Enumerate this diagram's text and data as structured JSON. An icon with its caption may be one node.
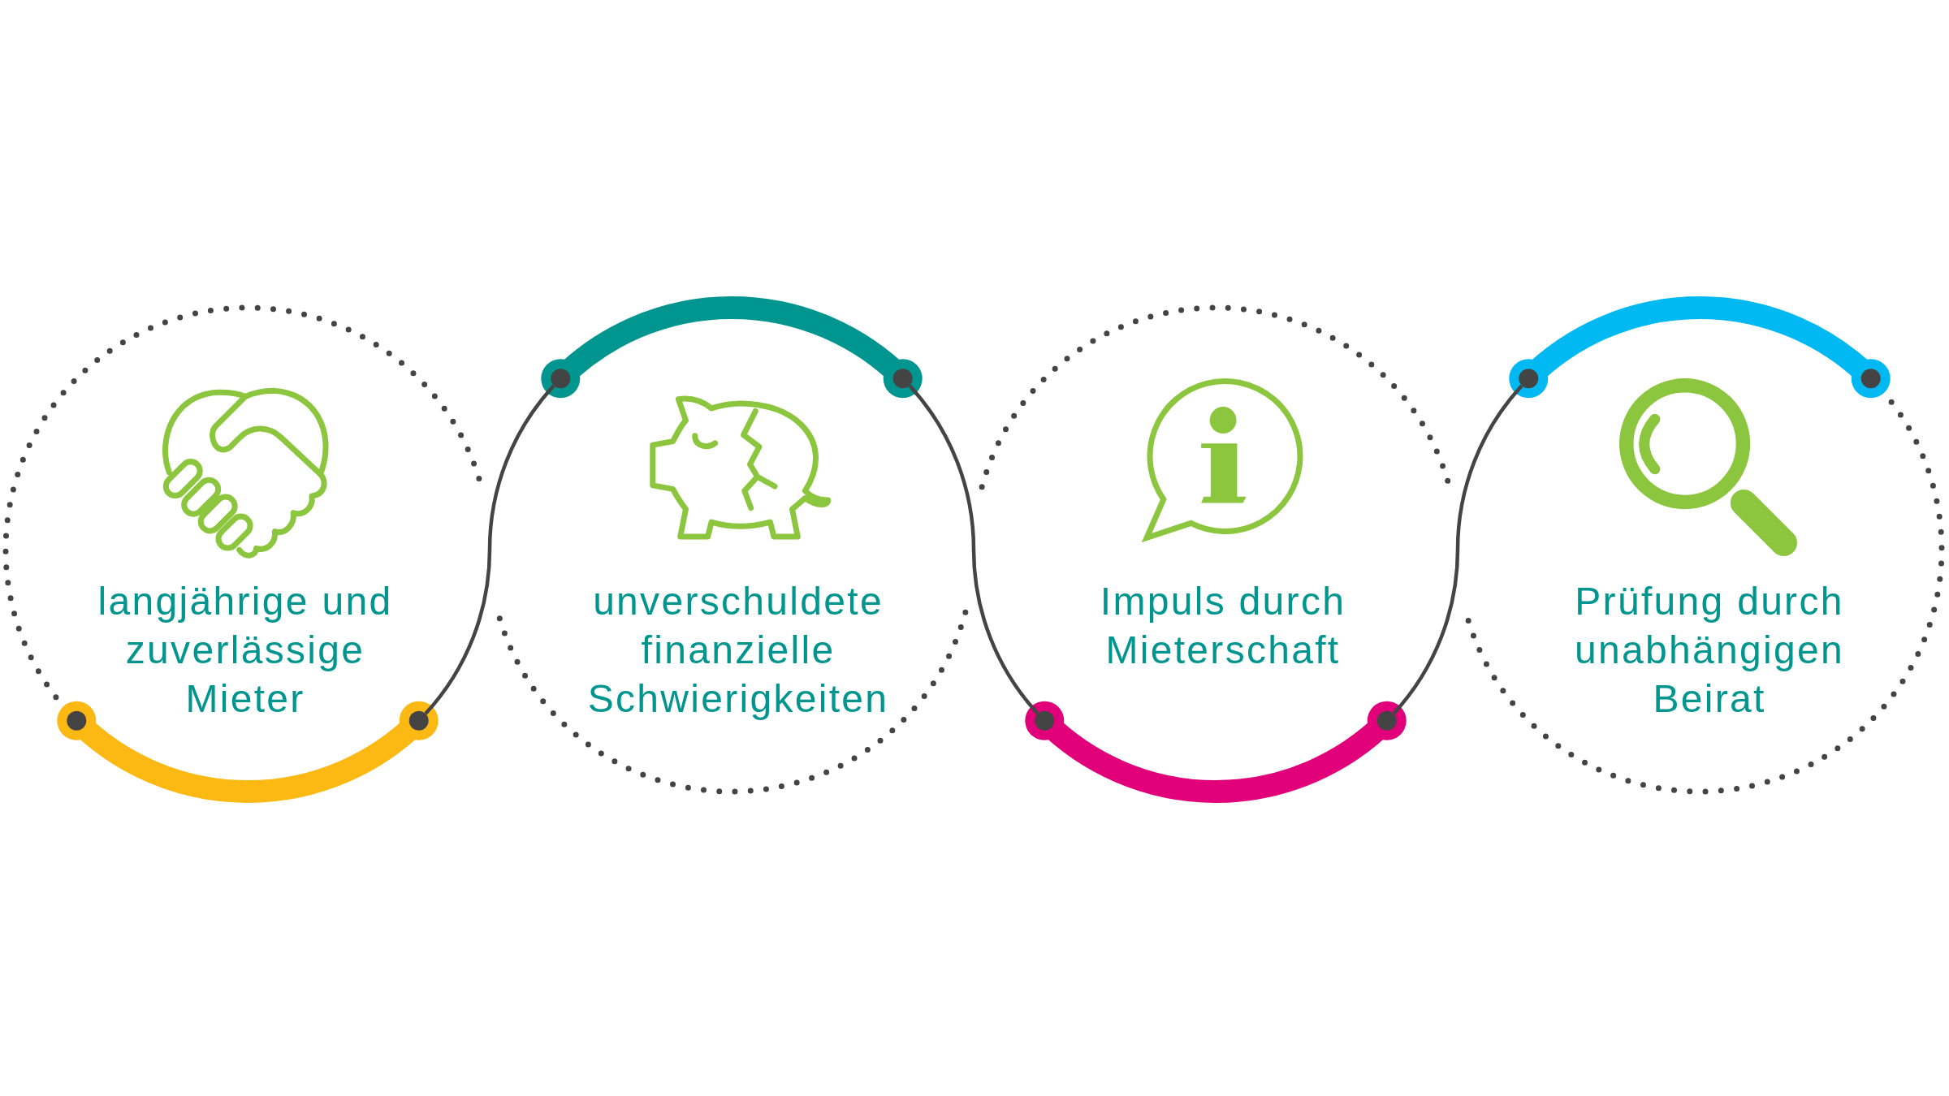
{
  "diagram": {
    "nodes": [
      {
        "text": [
          "langjährige und zuverlässige Mieter"
        ]
      },
      {
        "text": [
          "unverschuldete finanzielle Schwierigkeiten"
        ]
      },
      {
        "text": [
          "Impuls durch Mieterschaft"
        ]
      },
      {
        "text": [
          "Prüfung durch unabhängigen Beirat"
        ]
      }
    ],
    "edges": [
      {
        "from": 0,
        "to": 1,
        "arrow": "none"
      },
      {
        "from": 1,
        "to": 2,
        "arrow": "none"
      },
      {
        "from": 2,
        "to": 3,
        "arrow": "none"
      }
    ]
  }
}
